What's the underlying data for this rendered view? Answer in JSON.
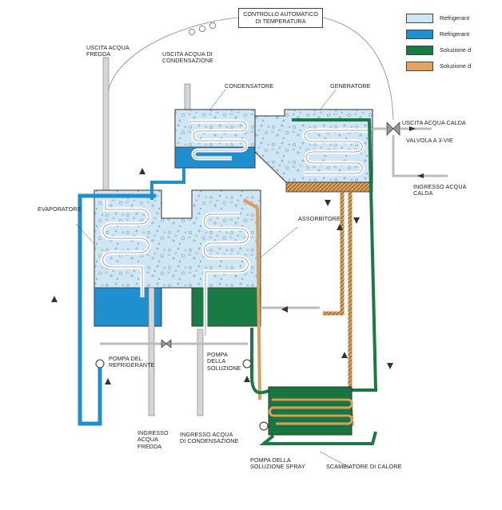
{
  "legend": [
    {
      "label": "Refrigerant",
      "color": "#cfe6f4"
    },
    {
      "label": "Refrigerant",
      "color": "#1f8fd0"
    },
    {
      "label": "Soluzione d",
      "color": "#1a7a44"
    },
    {
      "label": "Soluzione d",
      "color": "#e2a45f"
    }
  ],
  "control": {
    "line1": "CONTROLLO AUTOMATICO",
    "line2": "DI TEMPERATURA"
  },
  "labels": {
    "cold_water_out": "USCITA ACQUA\nFREDDA",
    "condensation_water_out": "USCITA ACQUA DI\nCONDENSAZIONE",
    "condenser": "CONDENSATORE",
    "generator": "GENERATORE",
    "hot_water_out": "USCITA ACQUA CALDA",
    "three_way_valve": "VALVOLA A 3-VIE",
    "hot_water_in": "INGRESSO ACQUA\nCALDA",
    "evaporator": "EVAPORATORE",
    "absorber": "ASSORBITORE",
    "refrigerant_pump": "POMPA DEL\nREFRIGERANTE",
    "solution_pump": "POMPA\nDELLA\nSOLUZIONE",
    "cold_water_in": "INGRESSO\nACQUA\nFREDDA",
    "condensation_water_in": "INGRESSO ACQUA\nDI CONDENSAZIONE",
    "spray_pump": "POMPA DELLA\nSOLUZIONE SPRAY",
    "heat_exchanger": "SCAMBIATORE DI CALORE"
  },
  "colors": {
    "light_refrigerant": "#cfe6f4",
    "liquid_refrigerant": "#1f8fd0",
    "dilute_solution": "#1a7a44",
    "concentrated_solution": "#d9a05c",
    "pipe_gray": "#b9bcbf"
  }
}
